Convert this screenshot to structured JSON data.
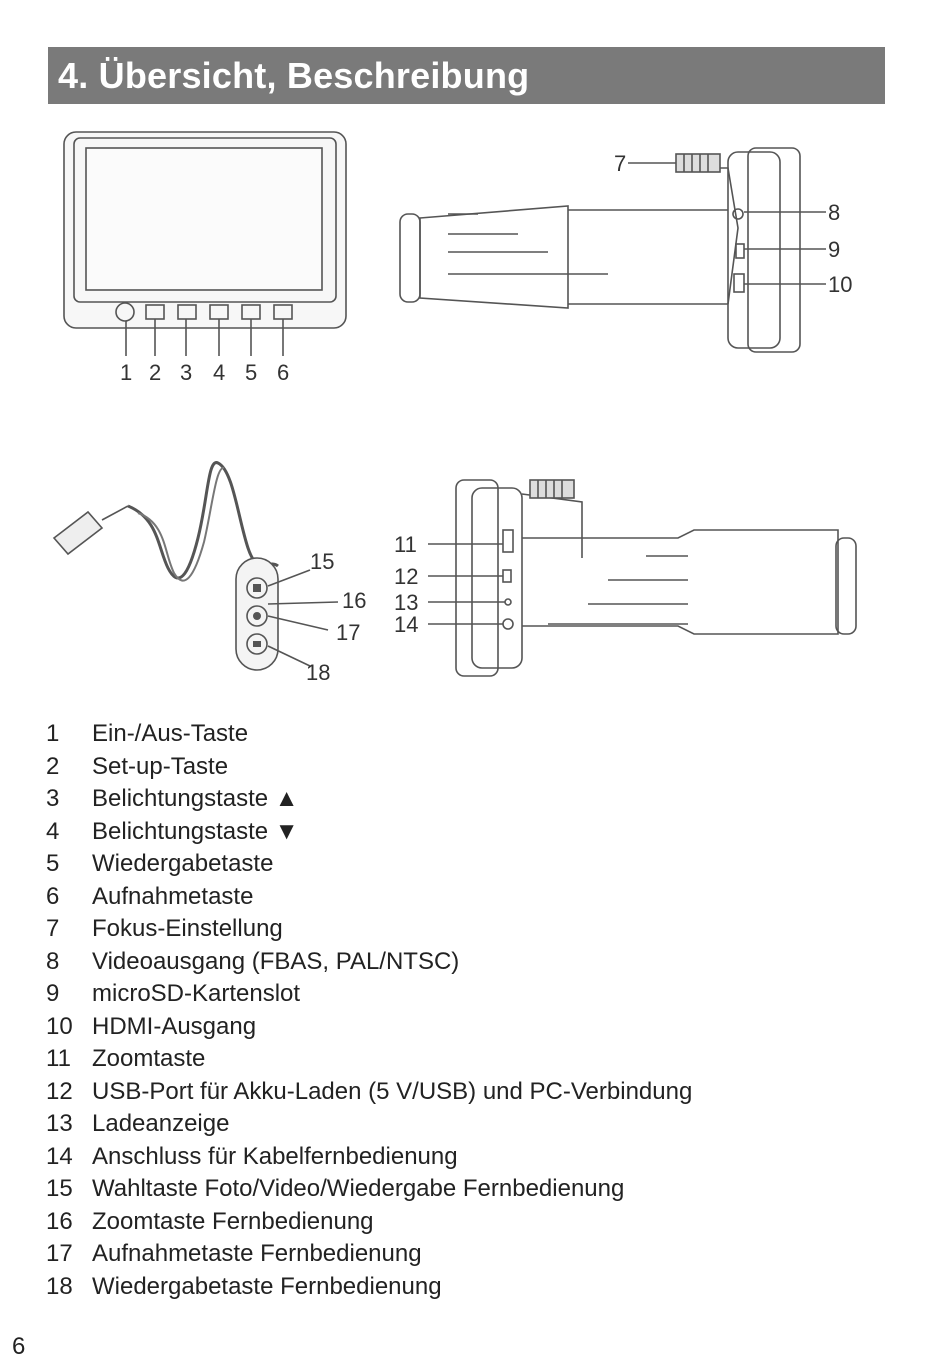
{
  "header": {
    "title": "4. Übersicht, Beschreibung"
  },
  "figure": {
    "callouts_top_front": [
      "1",
      "2",
      "3",
      "4",
      "5",
      "6"
    ],
    "callouts_top_side": [
      "7",
      "8",
      "9",
      "10"
    ],
    "callouts_remote": [
      "15",
      "16",
      "17",
      "18"
    ],
    "callouts_bottom_side": [
      "11",
      "12",
      "13",
      "14"
    ]
  },
  "legend": [
    {
      "num": "1",
      "label": "Ein-/Aus-Taste"
    },
    {
      "num": "2",
      "label": "Set-up-Taste"
    },
    {
      "num": "3",
      "label": "Belichtungstaste ▲"
    },
    {
      "num": "4",
      "label": "Belichtungstaste ▼"
    },
    {
      "num": "5",
      "label": "Wiedergabetaste"
    },
    {
      "num": "6",
      "label": "Aufnahmetaste"
    },
    {
      "num": "7",
      "label": "Fokus-Einstellung"
    },
    {
      "num": "8",
      "label": "Videoausgang (FBAS, PAL/NTSC)"
    },
    {
      "num": "9",
      "label": "microSD-Kartenslot"
    },
    {
      "num": "10",
      "label": "HDMI-Ausgang"
    },
    {
      "num": "11",
      "label": "Zoomtaste"
    },
    {
      "num": "12",
      "label": "USB-Port für Akku-Laden (5 V/USB) und PC-Verbindung"
    },
    {
      "num": "13",
      "label": "Ladeanzeige"
    },
    {
      "num": "14",
      "label": "Anschluss für Kabelfernbedienung"
    },
    {
      "num": "15",
      "label": "Wahltaste Foto/Video/Wiedergabe Fernbedienung"
    },
    {
      "num": "16",
      "label": "Zoomtaste Fernbedienung"
    },
    {
      "num": "17",
      "label": "Aufnahmetaste Fernbedienung"
    },
    {
      "num": "18",
      "label": "Wiedergabetaste Fernbedienung"
    }
  ],
  "footer": {
    "page_number": "6"
  }
}
